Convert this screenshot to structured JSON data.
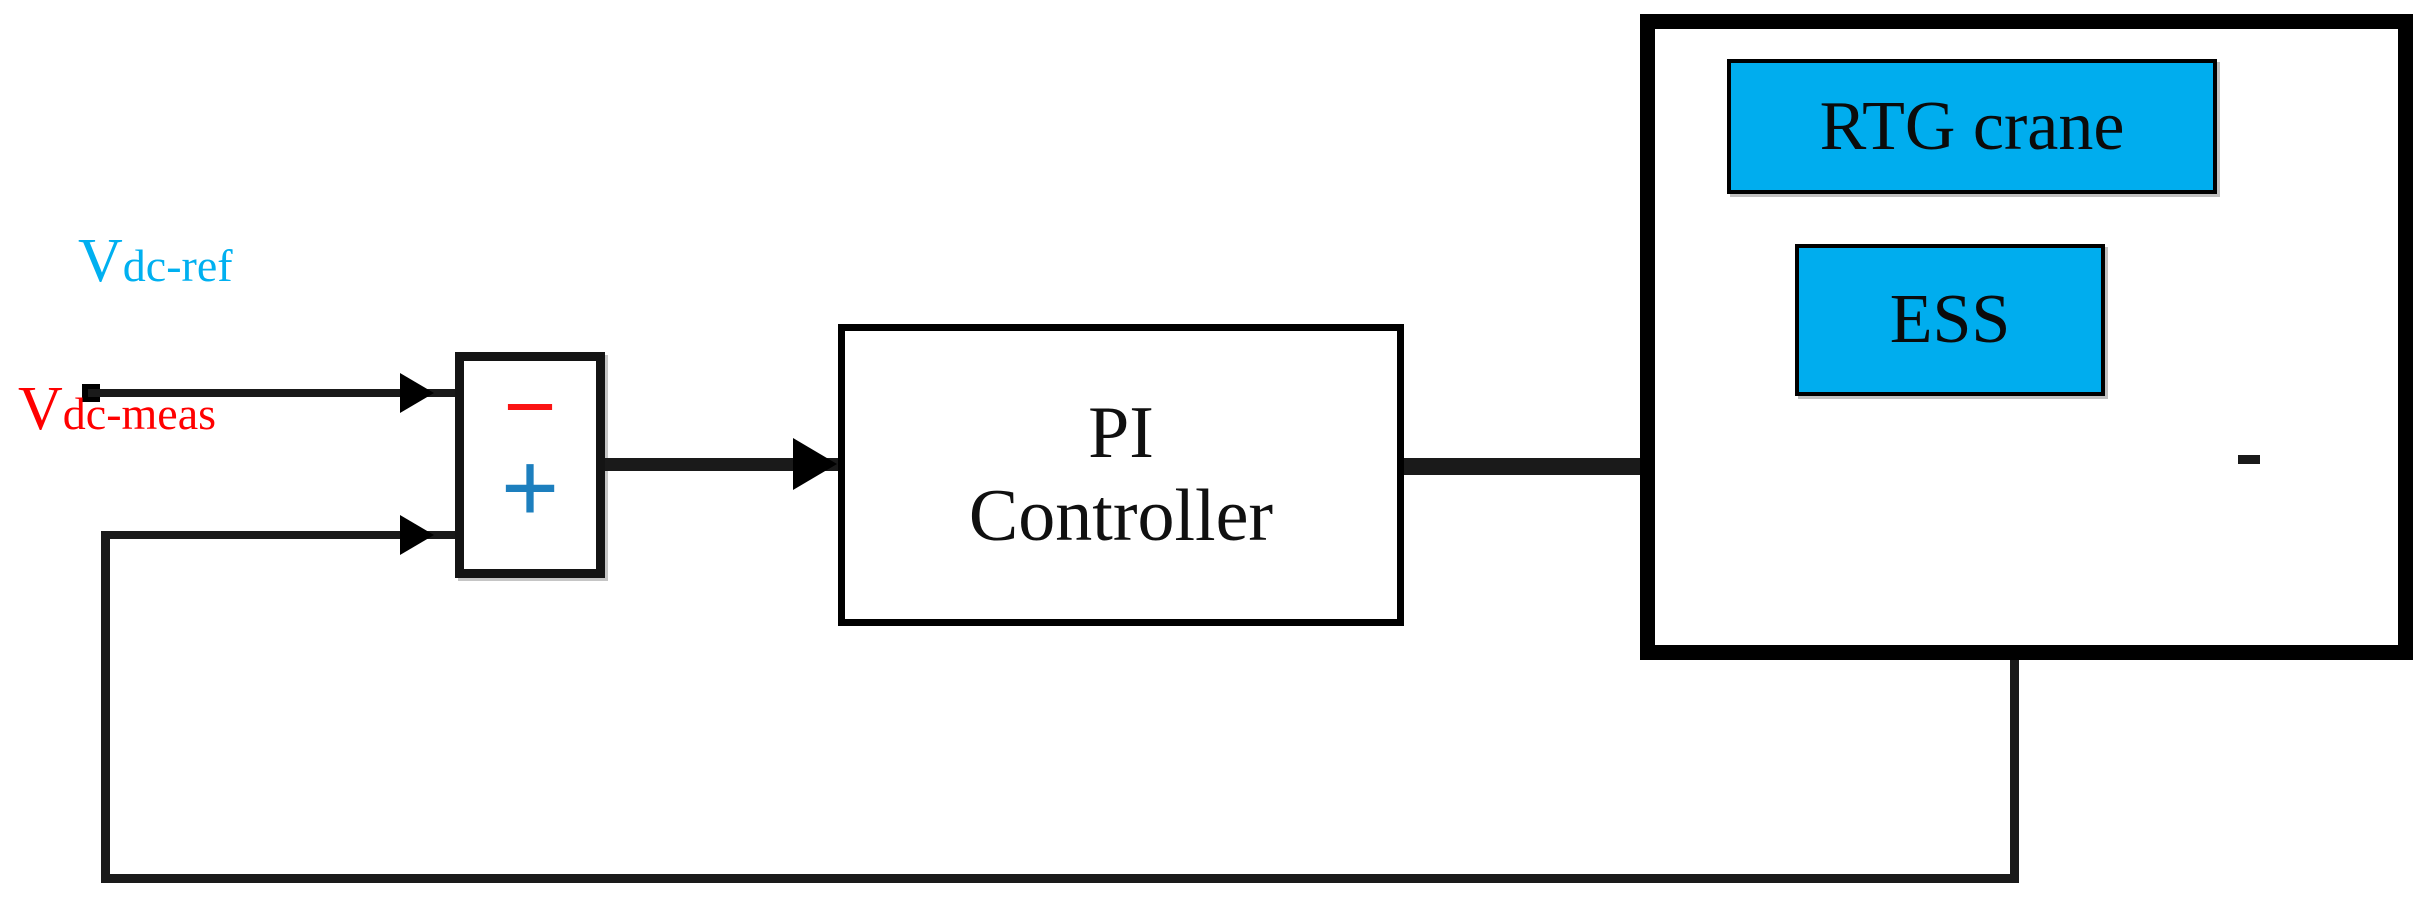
{
  "diagram": {
    "title": "DC-link voltage PI control loop for RTG crane with ESS",
    "type": "control-block-diagram"
  },
  "signals": {
    "reference": {
      "base": "V",
      "subscript": "dc-ref",
      "color": "#00b0f0",
      "terminal": "minus"
    },
    "measured": {
      "base": "V",
      "subscript": "dc-meas",
      "color": "#ff0000",
      "terminal": "plus"
    }
  },
  "sum_junction": {
    "name": "summing-junction",
    "minus": "–",
    "minus_color": "#fb1414",
    "plus": "+",
    "plus_color": "#1d7fbe"
  },
  "controller": {
    "line1": "PI",
    "line2": "Controller"
  },
  "system": {
    "crane_label": "RTG crane",
    "ess_label": "ESS",
    "box_fill": "#00adee"
  },
  "connections": [
    {
      "name": "vdc-ref-to-minus",
      "from": "V_dc-ref",
      "to": "summing-junction (-)"
    },
    {
      "name": "vdc-meas-to-plus",
      "from": "feedback",
      "to": "summing-junction (+)"
    },
    {
      "name": "error-to-pi",
      "from": "summing-junction",
      "to": "PI Controller"
    },
    {
      "name": "pi-to-ess",
      "from": "PI Controller",
      "to": "ESS"
    },
    {
      "name": "ess-feedback",
      "from": "ESS",
      "to": "V_dc-meas input"
    }
  ]
}
